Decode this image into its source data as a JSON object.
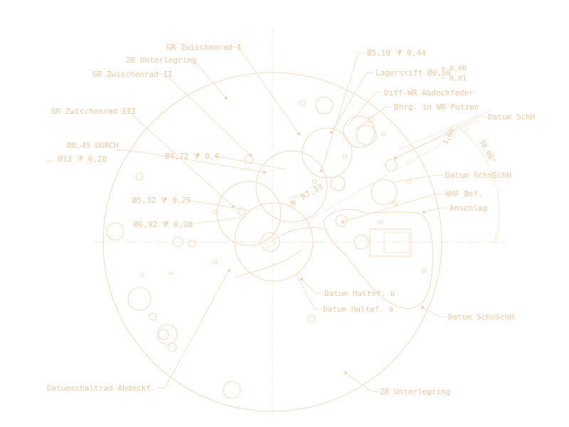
{
  "drawing": {
    "color": "#f4c89c",
    "labels": {
      "gr_zwischenrad_1": "GR Zwischenrad I",
      "zb_unterlegring_top": "ZB Unterlegring",
      "gr_zwischenrad_2": "GR Zwischenrad II",
      "gr_zwischenrad_3": "GR Zwischenrad III",
      "dia_045_durch": "Ø0,45 DURCH",
      "counterbore_13": "⌴ Ø13 ⧩ 0,28",
      "dia_472": "Ø4,72 ⧩ 0,4",
      "dia_532": "Ø5,32 ⧩ 0,25",
      "dia_692": "Ø6,92 ⧩ 0,28",
      "dia_510": "Ø5,10 ⧩ 0,44",
      "lagerstift": "Lagerstift Ø0,50",
      "tol_plus": "+ 0,00",
      "tol_minus": "− 0,01",
      "diff_wr": "Diff-WR Abdeckfeder",
      "bhrg": "Bhrg. in WR Putzen",
      "datum_schh": "Datum SchH",
      "datum_schnschh_1": "Datum SchnSchH",
      "whf_bef": "WHF Bef.",
      "anschlag": "Anschlag",
      "datum_haltef_b": "Datum Haltef. b",
      "datum_haltef_a": "Datum Haltef. a",
      "datum_schnschh_2": "Datum SchnSchH",
      "datumschaltrad": "Datumschaltrad Abdeckf.",
      "zb_unterlegring_bottom": "ZB Unterlegring",
      "r_733": "R7,33",
      "dim_160": "1,60",
      "dim_30deg": "30,00°"
    }
  }
}
